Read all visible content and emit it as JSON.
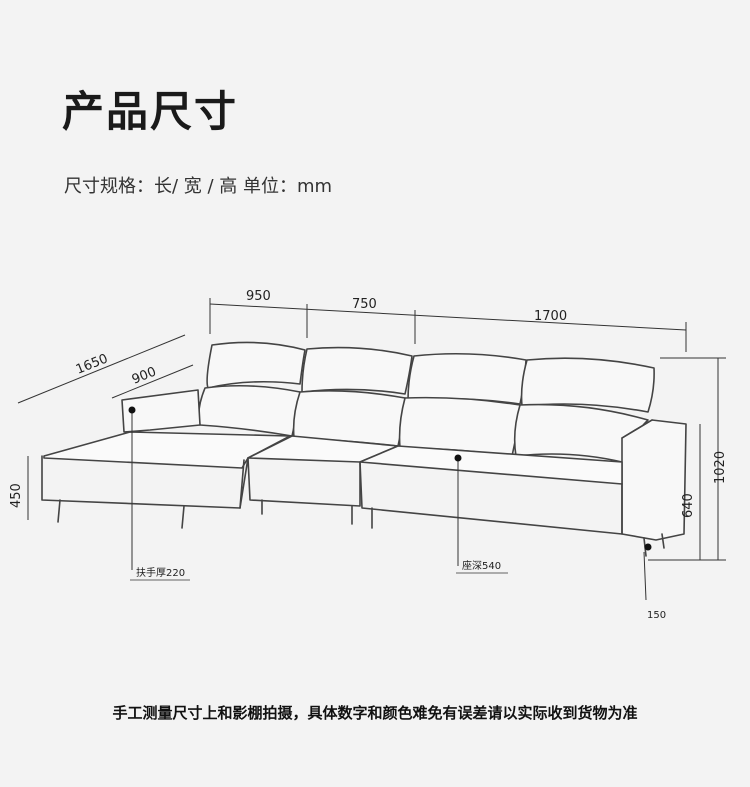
{
  "title": "产品尺寸",
  "spec": "尺寸规格：长/ 宽 / 高  单位：mm",
  "dimensions": {
    "d950": "950",
    "d750": "750",
    "d1700": "1700",
    "d1650": "1650",
    "d900": "900",
    "d450": "450",
    "d640": "640",
    "d1020": "1020",
    "d150": "150"
  },
  "callouts": {
    "armrest": "扶手厚220",
    "seat_depth": "座深540"
  },
  "note": "手工测量尺寸上和影棚拍摄，具体数字和颜色难免有误差请以实际收到货物为准"
}
